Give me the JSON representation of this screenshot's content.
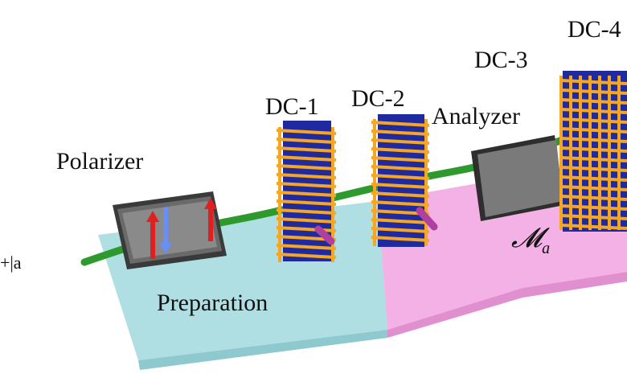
{
  "labels": {
    "polarizer": "Polarizer",
    "dc1": "DC-1",
    "dc2": "DC-2",
    "analyzer": "Analyzer",
    "dc3": "DC-3",
    "dc4": "DC-4",
    "preparation": "Preparation",
    "measurement": "𝓜",
    "measurement_sub": "a",
    "input_state": "+|a"
  },
  "colors": {
    "preparation_region": "#9fd6dc",
    "measurement_region": "#f4a6e0",
    "beam": "#2e9a2e",
    "coil": "#f5a623",
    "coil_core": "#1f2aa0",
    "box": "#555555",
    "spin_up": "#e02020",
    "spin_down": "#6a8ff0",
    "field_arrow": "#b040a0"
  }
}
